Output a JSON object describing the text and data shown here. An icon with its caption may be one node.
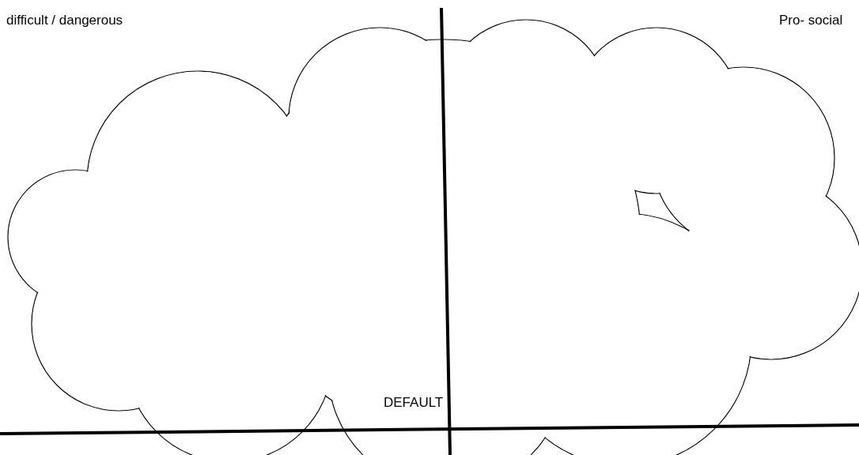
{
  "diagram": {
    "nodes": [
      {
        "text": [
          "DEFAULT"
        ]
      }
    ],
    "labels": [
      "difficult / dangerous",
      "Pro- social"
    ]
  }
}
